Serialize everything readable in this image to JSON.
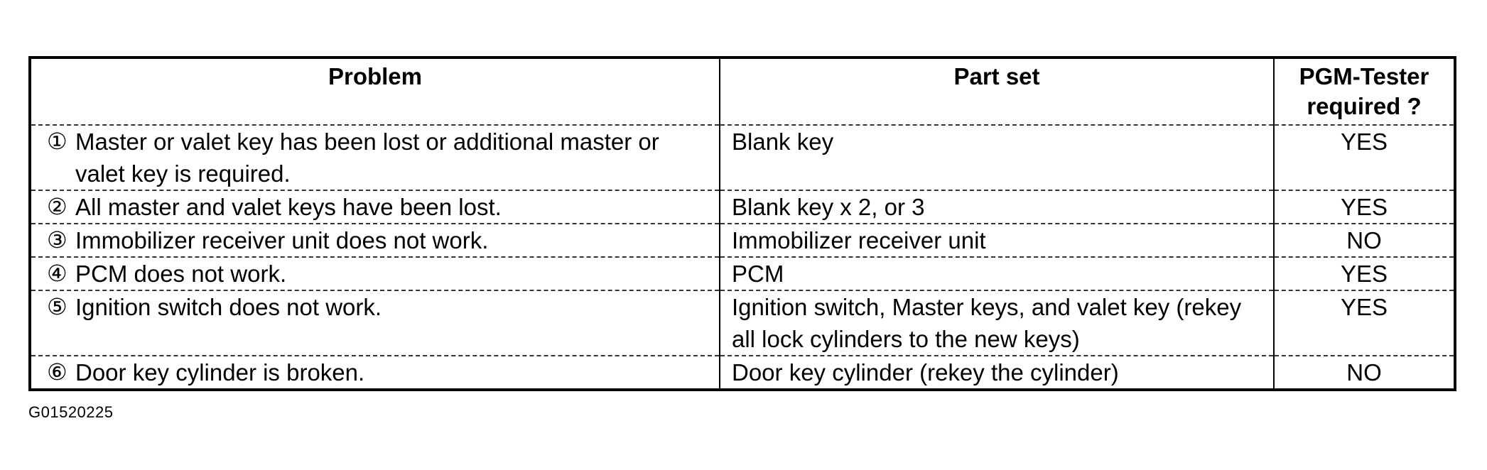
{
  "table": {
    "headers": {
      "problem": "Problem",
      "part_set": "Part set",
      "tester_line1": "PGM-Tester",
      "tester_line2": "required ?"
    },
    "rows": [
      {
        "num": "①",
        "problem": "Master or valet key has been lost or additional master or valet key is required.",
        "part_set": "Blank key",
        "required": "YES"
      },
      {
        "num": "②",
        "problem": "All master and valet keys have been lost.",
        "part_set": "Blank key x 2, or 3",
        "required": "YES"
      },
      {
        "num": "③",
        "problem": "Immobilizer receiver unit does not work.",
        "part_set": "Immobilizer receiver unit",
        "required": "NO"
      },
      {
        "num": "④",
        "problem": "PCM does not work.",
        "part_set": "PCM",
        "required": "YES"
      },
      {
        "num": "⑤",
        "problem": "Ignition switch does not work.",
        "part_set": "Ignition switch, Master keys, and valet key (rekey all lock cylinders to the new keys)",
        "required": "YES"
      },
      {
        "num": "⑥",
        "problem": "Door key cylinder is broken.",
        "part_set": "Door key cylinder (rekey the cylinder)",
        "required": "NO"
      }
    ]
  },
  "figure_id": "G01520225"
}
